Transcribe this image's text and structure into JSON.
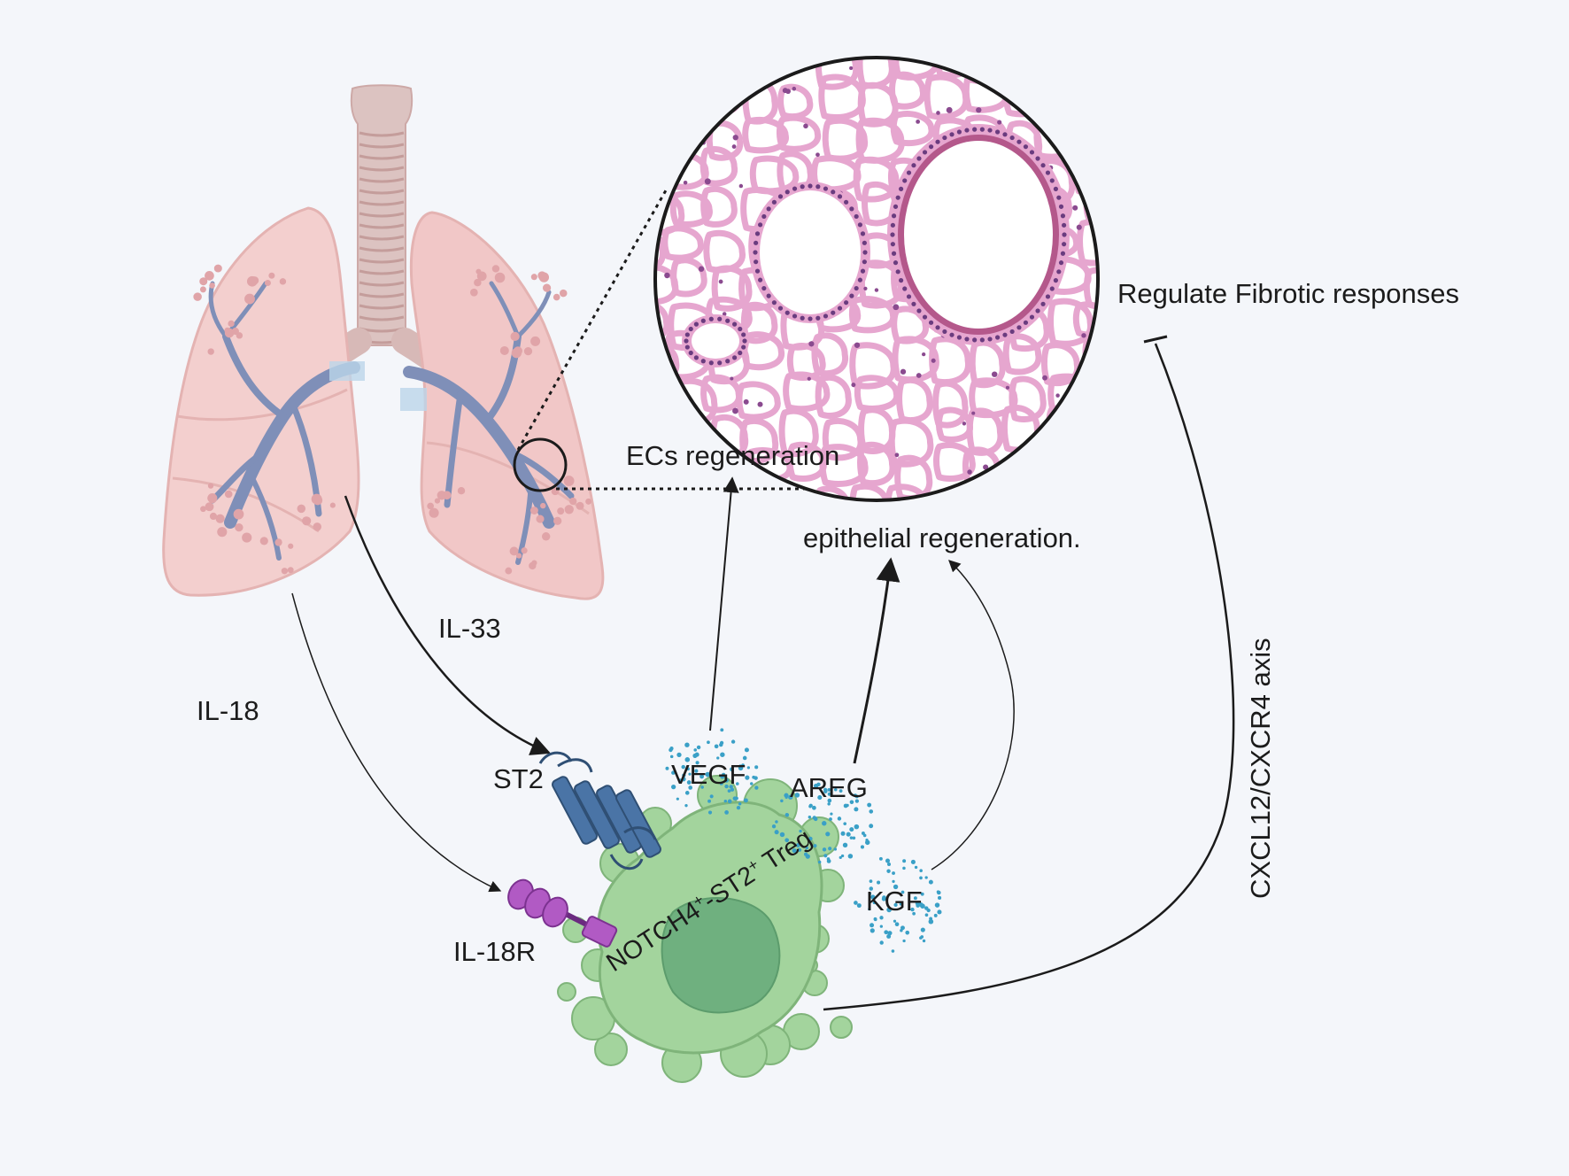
{
  "labels": {
    "il33": "IL-33",
    "il18": "IL-18",
    "st2": "ST2",
    "il18r": "IL-18R",
    "vegf": "VEGF",
    "areg": "AREG",
    "kgf": "KGF",
    "ecs_regeneration": "ECs regeneration",
    "epithelial_regeneration": "epithelial regeneration.",
    "regulate_fibrotic": "Regulate Fibrotic responses",
    "cxcl12_axis": "CXCL12/CXCR4 axis",
    "treg": {
      "part1": "NOTCH4",
      "sup1": "+",
      "part2": "-ST2",
      "sup2": "+",
      "part3": " Treg"
    }
  },
  "colors": {
    "background": "#f4f6fa",
    "lung": "#f2c9c8",
    "trachea": "#d7b9b7",
    "bronchi": "#7f8fb8",
    "cell": "#9fd19a",
    "nucleus": "#6fb07f",
    "st2_receptor": "#4a74a6",
    "il18r_receptor": "#b15ac4",
    "secreted_dots": "#3aa0c7",
    "tissue": "#e6a6cf",
    "arrow": "#1b1b1b"
  }
}
